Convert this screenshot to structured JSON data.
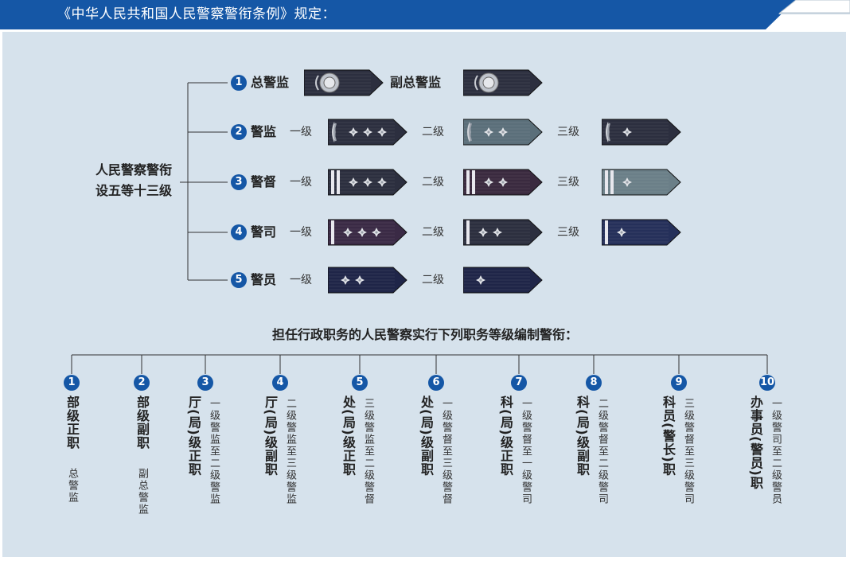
{
  "header": {
    "title": "《中华人民共和国人民警察警衔条例》规定：",
    "brand_color": "#1557a6",
    "panel_color": "#d6e2ec"
  },
  "main_label": {
    "line1": "人民警察警衔",
    "line2": "设五等十三级"
  },
  "ranks": [
    {
      "number": "1",
      "name": "总警监",
      "straps": [
        {
          "label": "",
          "color": "#2c2f3f",
          "bars": 0,
          "stars": 0,
          "wreath": false,
          "emblem": true
        },
        {
          "label": "副总警监",
          "color": "#2c2f3f",
          "bars": 0,
          "stars": 0,
          "wreath": false,
          "emblem": true
        }
      ]
    },
    {
      "number": "2",
      "name": "警监",
      "straps": [
        {
          "label": "一级",
          "color": "#2c2f3f",
          "bars": 0,
          "stars": 3,
          "wreath": true,
          "emblem": false
        },
        {
          "label": "二级",
          "color": "#5b6f7a",
          "bars": 0,
          "stars": 2,
          "wreath": true,
          "emblem": false
        },
        {
          "label": "三级",
          "color": "#2c2f3f",
          "bars": 0,
          "stars": 1,
          "wreath": true,
          "emblem": false
        }
      ]
    },
    {
      "number": "3",
      "name": "警督",
      "straps": [
        {
          "label": "一级",
          "color": "#2c2f3f",
          "bars": 2,
          "stars": 3,
          "wreath": false,
          "emblem": false
        },
        {
          "label": "二级",
          "color": "#3a2a3f",
          "bars": 2,
          "stars": 2,
          "wreath": false,
          "emblem": false
        },
        {
          "label": "三级",
          "color": "#6b7f88",
          "bars": 2,
          "stars": 1,
          "wreath": false,
          "emblem": false
        }
      ]
    },
    {
      "number": "4",
      "name": "警司",
      "straps": [
        {
          "label": "一级",
          "color": "#3a2a45",
          "bars": 1,
          "stars": 3,
          "wreath": false,
          "emblem": false
        },
        {
          "label": "二级",
          "color": "#2c2f3f",
          "bars": 1,
          "stars": 2,
          "wreath": false,
          "emblem": false
        },
        {
          "label": "三级",
          "color": "#25305a",
          "bars": 1,
          "stars": 1,
          "wreath": false,
          "emblem": false
        }
      ]
    },
    {
      "number": "5",
      "name": "警员",
      "straps": [
        {
          "label": "一级",
          "color": "#1f2548",
          "bars": 0,
          "stars": 2,
          "wreath": false,
          "emblem": false
        },
        {
          "label": "二级",
          "color": "#1f2548",
          "bars": 0,
          "stars": 1,
          "wreath": false,
          "emblem": false
        }
      ]
    }
  ],
  "admin": {
    "title": "担任行政职务的人民警察实行下列职务等级编制警衔：",
    "positions": [
      {
        "number": "1",
        "main": "部级正职",
        "rank": "总警监"
      },
      {
        "number": "2",
        "main": "部级副职",
        "rank": "副总警监"
      },
      {
        "number": "3",
        "main": "厅(局)级正职",
        "rank": "一级警监至二级警监"
      },
      {
        "number": "4",
        "main": "厅(局)级副职",
        "rank": "二级警监至三级警监"
      },
      {
        "number": "5",
        "main": "处(局)级正职",
        "rank": "三级警监至二级警督"
      },
      {
        "number": "6",
        "main": "处(局)级副职",
        "rank": "一级警督至三级警督"
      },
      {
        "number": "7",
        "main": "科(局)级正职",
        "rank": "一级警督至一级警司"
      },
      {
        "number": "8",
        "main": "科(局)级副职",
        "rank": "二级警督至二级警司"
      },
      {
        "number": "9",
        "main": "科员(警长)职",
        "rank": "三级警督至三级警司"
      },
      {
        "number": "10",
        "main": "办事员(警员)职",
        "rank": "一级警司至二级警员"
      }
    ]
  }
}
